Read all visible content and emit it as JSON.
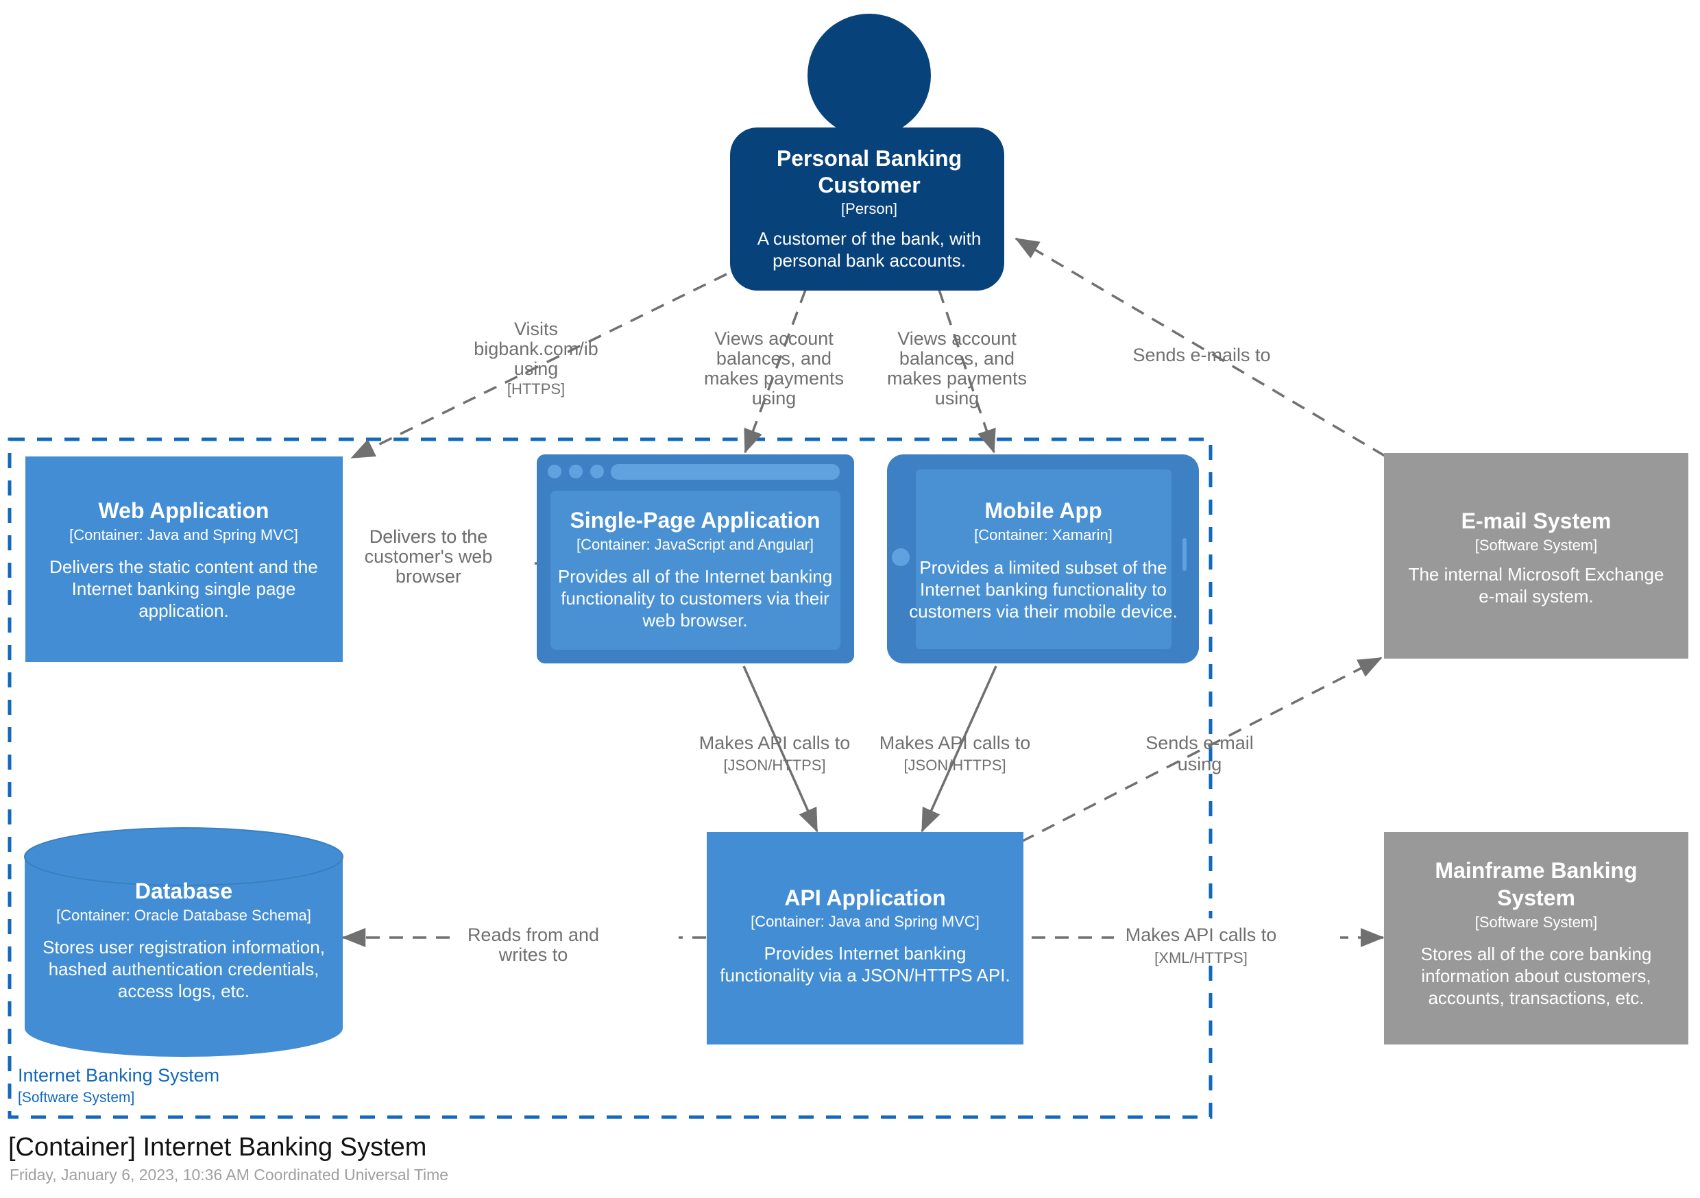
{
  "diagram": {
    "title": "[Container] Internet Banking System",
    "subtitle": "Friday, January 6, 2023, 10:36 AM Coordinated Universal Time",
    "colors": {
      "person": "#08427B",
      "container": "#438DD5",
      "external_system": "#999999",
      "boundary": "#1168BD",
      "edge": "#707070",
      "text_light": "#FFFFFF"
    }
  },
  "boundary": {
    "name": "Internet Banking System",
    "type": "[Software System]"
  },
  "nodes": {
    "person": {
      "name": "Personal Banking Customer",
      "name_line1": "Personal Banking",
      "name_line2": "Customer",
      "type": "[Person]",
      "description": "A customer of the bank, with personal bank accounts.",
      "desc_line1": "A customer of the bank, with",
      "desc_line2": "personal bank accounts."
    },
    "web_application": {
      "name": "Web Application",
      "type": "[Container: Java and Spring MVC]",
      "description": "Delivers the static content and the Internet banking single page application.",
      "desc_line1": "Delivers the static content and the",
      "desc_line2": "Internet banking single page",
      "desc_line3": "application."
    },
    "single_page_application": {
      "name": "Single-Page Application",
      "type": "[Container: JavaScript and Angular]",
      "description": "Provides all of the Internet banking functionality to customers via their web browser.",
      "desc_line1": "Provides all of the Internet banking",
      "desc_line2": "functionality to customers via their",
      "desc_line3": "web browser."
    },
    "mobile_app": {
      "name": "Mobile App",
      "type": "[Container: Xamarin]",
      "description": "Provides a limited subset of the Internet banking functionality to customers via their mobile device.",
      "desc_line1": "Provides a limited subset of the",
      "desc_line2": "Internet banking functionality to",
      "desc_line3": "customers via their mobile device."
    },
    "email_system": {
      "name": "E-mail System",
      "type": "[Software System]",
      "description": "The internal Microsoft Exchange e-mail system.",
      "desc_line1": "The internal Microsoft Exchange",
      "desc_line2": "e-mail system."
    },
    "database": {
      "name": "Database",
      "type": "[Container: Oracle Database Schema]",
      "description": "Stores user registration information, hashed authentication credentials, access logs, etc.",
      "desc_line1": "Stores user registration information,",
      "desc_line2": "hashed authentication credentials,",
      "desc_line3": "access logs, etc."
    },
    "api_application": {
      "name": "API Application",
      "type": "[Container: Java and Spring MVC]",
      "description": "Provides Internet banking functionality via a JSON/HTTPS API.",
      "desc_line1": "Provides Internet banking",
      "desc_line2": "functionality via a JSON/HTTPS API."
    },
    "mainframe_banking_system": {
      "name": "Mainframe Banking System",
      "name_line1": "Mainframe Banking",
      "name_line2": "System",
      "type": "[Software System]",
      "description": "Stores all of the core banking information about customers, accounts, transactions, etc.",
      "desc_line1": "Stores all of the core banking",
      "desc_line2": "information about customers,",
      "desc_line3": "accounts, transactions, etc."
    }
  },
  "edges": [
    {
      "id": "customer-to-webapp",
      "from": "Personal Banking Customer",
      "to": "Web Application",
      "label": "Visits bigbank.com/ib using",
      "label_line1": "Visits",
      "label_line2": "bigbank.com/ib",
      "label_line3": "using",
      "technology": "[HTTPS]"
    },
    {
      "id": "customer-to-spa",
      "from": "Personal Banking Customer",
      "to": "Single-Page Application",
      "label": "Views account balances, and makes payments using",
      "label_line1": "Views account",
      "label_line2": "balances, and",
      "label_line3": "makes payments",
      "label_line4": "using",
      "technology": ""
    },
    {
      "id": "customer-to-mobileapp",
      "from": "Personal Banking Customer",
      "to": "Mobile App",
      "label": "Views account balances, and makes payments using",
      "label_line1": "Views account",
      "label_line2": "balances, and",
      "label_line3": "makes payments",
      "label_line4": "using",
      "technology": ""
    },
    {
      "id": "emailsystem-to-customer",
      "from": "E-mail System",
      "to": "Personal Banking Customer",
      "label": "Sends e-mails to",
      "technology": ""
    },
    {
      "id": "webapp-to-spa",
      "from": "Web Application",
      "to": "Single-Page Application",
      "label": "Delivers to the customer's web browser",
      "label_line1": "Delivers to the",
      "label_line2": "customer's web",
      "label_line3": "browser",
      "technology": ""
    },
    {
      "id": "spa-to-api",
      "from": "Single-Page Application",
      "to": "API Application",
      "label": "Makes API calls to",
      "technology": "[JSON/HTTPS]"
    },
    {
      "id": "mobileapp-to-api",
      "from": "Mobile App",
      "to": "API Application",
      "label": "Makes API calls to",
      "technology": "[JSON/HTTPS]"
    },
    {
      "id": "api-to-emailsystem",
      "from": "API Application",
      "to": "E-mail System",
      "label": "Sends e-mail using",
      "label_line1": "Sends e-mail",
      "label_line2": "using",
      "technology": ""
    },
    {
      "id": "api-to-database",
      "from": "API Application",
      "to": "Database",
      "label": "Reads from and writes to",
      "label_line1": "Reads from and",
      "label_line2": "writes to",
      "technology": ""
    },
    {
      "id": "api-to-mainframe",
      "from": "API Application",
      "to": "Mainframe Banking System",
      "label": "Makes API calls to",
      "technology": "[XML/HTTPS]"
    }
  ]
}
